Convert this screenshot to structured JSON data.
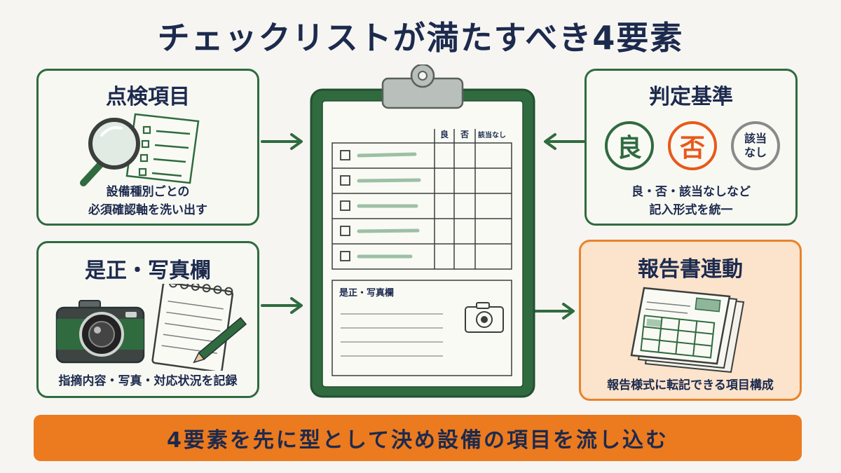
{
  "title": "チェックリストが満たすべき4要素",
  "cards": {
    "inspection": {
      "title": "点検項目",
      "desc_line1": "設備種別ごとの",
      "desc_line2": "必須確認軸を洗い出す",
      "icon": "magnifier-checklist-icon"
    },
    "criteria": {
      "title": "判定基準",
      "badge_good": "良",
      "badge_bad": "否",
      "badge_na_line1": "該当",
      "badge_na_line2": "なし",
      "desc_line1": "良・否・該当なしなど",
      "desc_line2": "記入形式を統一",
      "colors": {
        "good": "#2f6b3f",
        "bad": "#e8591a",
        "na": "#8a8a8a"
      }
    },
    "correction": {
      "title": "是正・写真欄",
      "desc_line1": "指摘内容・写真・対応状況を記録",
      "icon": "camera-notepad-icon"
    },
    "report": {
      "title": "報告書連動",
      "desc_line1": "報告様式に転記できる項目構成",
      "icon": "report-documents-icon"
    }
  },
  "clipboard": {
    "col_good": "良",
    "col_bad": "否",
    "col_na": "該当なし",
    "row_count": 5,
    "photo_section_label": "是正・写真欄"
  },
  "bottom_message": "4要素を先に型として決め設備の項目を流し込む",
  "colors": {
    "green": "#2f6b3f",
    "orange": "#ec7a1f",
    "navy": "#1c2a4d",
    "report_bg": "#fbe3cc",
    "report_border": "#e8832a"
  }
}
